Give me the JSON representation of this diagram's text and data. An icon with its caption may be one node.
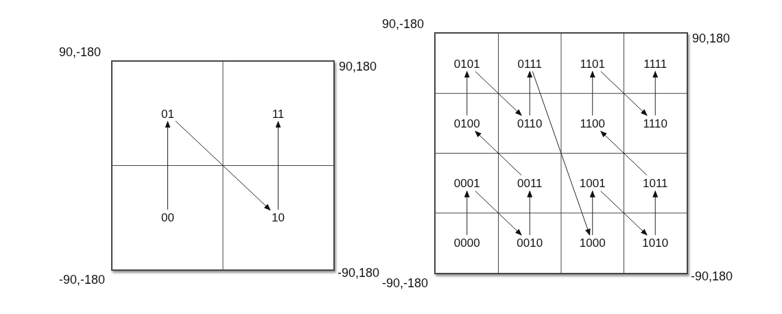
{
  "diagram": {
    "nodes": [
      {
        "text": [],
        "shape": "box",
        "beside": [
          "90,-180",
          "90,180",
          "-90,-180",
          "-90,180"
        ]
      },
      {
        "text": [
          "01"
        ],
        "in": 0
      },
      {
        "text": [
          "11"
        ],
        "in": 0
      },
      {
        "text": [
          "00"
        ],
        "in": 0
      },
      {
        "text": [
          "10"
        ],
        "in": 0
      },
      {
        "text": [],
        "shape": "box",
        "beside": [
          "90,-180",
          "90,180",
          "-90,-180",
          "-90,180"
        ]
      },
      {
        "text": [
          "0101"
        ],
        "in": 5
      },
      {
        "text": [
          "0111"
        ],
        "in": 5
      },
      {
        "text": [
          "1101"
        ],
        "in": 5
      },
      {
        "text": [
          "1111"
        ],
        "in": 5
      },
      {
        "text": [
          "0100"
        ],
        "in": 5
      },
      {
        "text": [
          "0110"
        ],
        "in": 5
      },
      {
        "text": [
          "1100"
        ],
        "in": 5
      },
      {
        "text": [
          "1110"
        ],
        "in": 5
      },
      {
        "text": [
          "0001"
        ],
        "in": 5
      },
      {
        "text": [
          "0011"
        ],
        "in": 5
      },
      {
        "text": [
          "1001"
        ],
        "in": 5
      },
      {
        "text": [
          "1011"
        ],
        "in": 5
      },
      {
        "text": [
          "0000"
        ],
        "in": 5
      },
      {
        "text": [
          "0010"
        ],
        "in": 5
      },
      {
        "text": [
          "1000"
        ],
        "in": 5
      },
      {
        "text": [
          "1010"
        ],
        "in": 5
      }
    ],
    "edges": [
      {
        "from": 3,
        "to": 1,
        "arrow": "to"
      },
      {
        "from": 1,
        "to": 4,
        "arrow": "to"
      },
      {
        "from": 4,
        "to": 2,
        "arrow": "to"
      },
      {
        "from": 18,
        "to": 14,
        "arrow": "to"
      },
      {
        "from": 14,
        "to": 19,
        "arrow": "to"
      },
      {
        "from": 19,
        "to": 15,
        "arrow": "to"
      },
      {
        "from": 15,
        "to": 10,
        "arrow": "to"
      },
      {
        "from": 10,
        "to": 6,
        "arrow": "to"
      },
      {
        "from": 6,
        "to": 11,
        "arrow": "to"
      },
      {
        "from": 11,
        "to": 7,
        "arrow": "to"
      },
      {
        "from": 7,
        "to": 20,
        "arrow": "to"
      },
      {
        "from": 20,
        "to": 16,
        "arrow": "to"
      },
      {
        "from": 16,
        "to": 21,
        "arrow": "to"
      },
      {
        "from": 21,
        "to": 17,
        "arrow": "to"
      },
      {
        "from": 17,
        "to": 12,
        "arrow": "to"
      },
      {
        "from": 12,
        "to": 8,
        "arrow": "to"
      },
      {
        "from": 8,
        "to": 13,
        "arrow": "to"
      },
      {
        "from": 13,
        "to": 9,
        "arrow": "to"
      }
    ]
  }
}
